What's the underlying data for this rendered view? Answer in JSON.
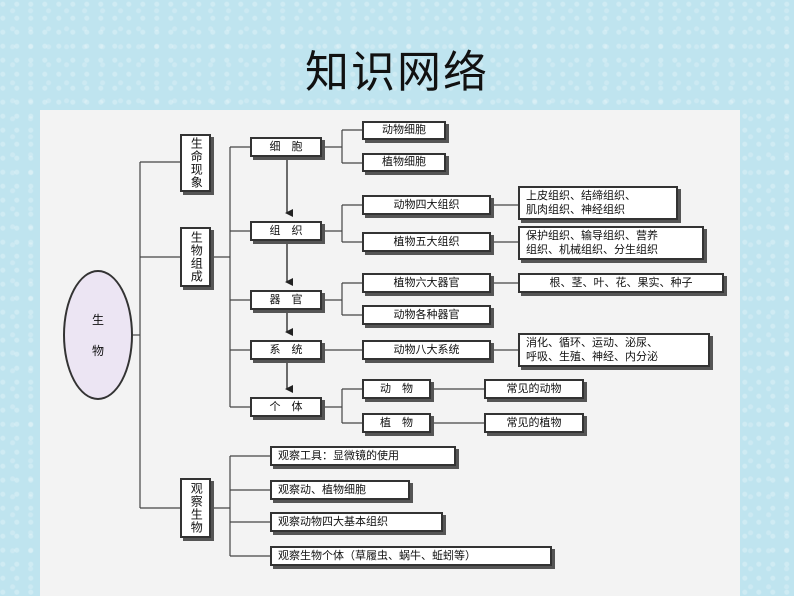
{
  "title": "知识网络",
  "root": "生物",
  "categories": [
    "生命现象",
    "生物组成",
    "观察生物"
  ],
  "levels": [
    "细　胞",
    "组　织",
    "器　官",
    "系　统",
    "个　体"
  ],
  "cell_items": [
    "动物细胞",
    "植物细胞"
  ],
  "tissue_items": [
    "动物四大组织",
    "植物五大组织"
  ],
  "tissue_details": [
    "上皮组织、结缔组织、\n肌肉组织、神经组织",
    "保护组织、输导组织、营养\n组织、机械组织、分生组织"
  ],
  "organ_items": [
    "植物六大器官",
    "动物各种器官"
  ],
  "organ_detail": "根、茎、叶、花、果实、种子",
  "system_item": "动物八大系统",
  "system_detail": "消化、循环、运动、泌尿、\n呼吸、生殖、神经、内分泌",
  "individual_items": [
    "动　物",
    "植　物"
  ],
  "individual_details": [
    "常见的动物",
    "常见的植物"
  ],
  "observe_items": [
    "观察工具：显微镜的使用",
    "观察动、植物细胞",
    "观察动物四大基本组织",
    "观察生物个体（草履虫、蜗牛、蚯蚓等）"
  ]
}
